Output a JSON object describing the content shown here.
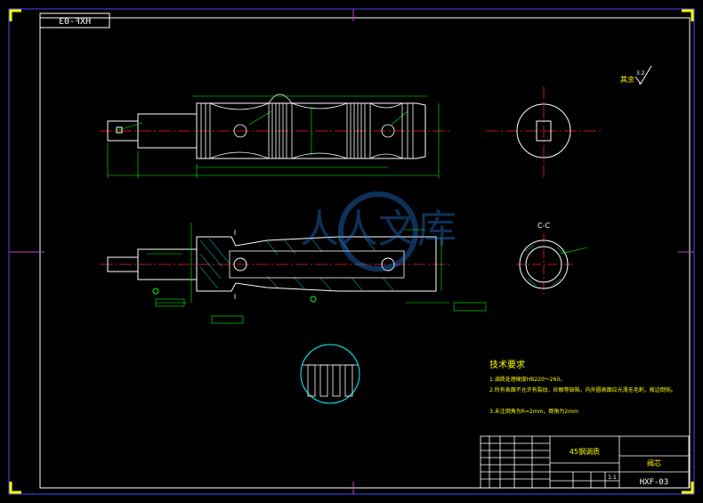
{
  "drawing_code": "HXF-03",
  "drawing_code_mirrored": "HXF-03",
  "roughness_note": "其余",
  "roughness_value": "3.2",
  "section_label": "C-C",
  "tech_requirements": {
    "title": "技术要求",
    "items": [
      "1.调质处理硬度HB220～260。",
      "2.所有表面不允许有裂纹、砂眼等缺陷，内外圆表面应光滑无毛刺，棱边倒钝。",
      "3.未注倒角为R=2mm，倒角为2mm"
    ]
  },
  "title_block": {
    "material": "45钢调质",
    "part_name": "阀芯",
    "scale": "1:1",
    "drawing_no": "HXF-03"
  },
  "watermark": "人人文库",
  "colors": {
    "frame": "#ffffff",
    "border": "#4848ff",
    "part": "#ffffff",
    "dimension": "#00ff00",
    "centerline": "#ff2020",
    "hatch": "#00ffff",
    "marker": "#ffff00",
    "crosshair": "#c040c0"
  }
}
